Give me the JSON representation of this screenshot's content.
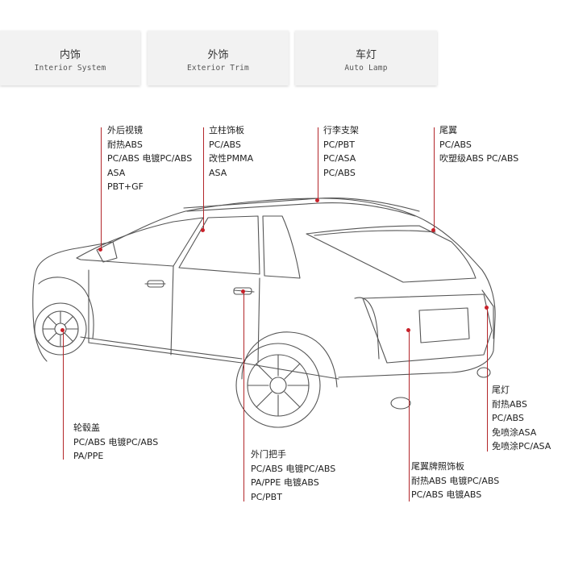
{
  "tabs": [
    {
      "zh": "内饰",
      "en": "Interior System"
    },
    {
      "zh": "外饰",
      "en": "Exterior Trim"
    },
    {
      "zh": "车灯",
      "en": "Auto Lamp"
    }
  ],
  "parts": {
    "mirror": {
      "name": "外后视镜",
      "materials": [
        "耐热ABS",
        "PC/ABS  电镀PC/ABS",
        "ASA",
        "PBT+GF"
      ]
    },
    "pillar": {
      "name": "立柱饰板",
      "materials": [
        "PC/ABS",
        "改性PMMA",
        "ASA"
      ]
    },
    "roofrack": {
      "name": "行李支架",
      "materials": [
        "PC/PBT",
        "PC/ASA",
        "PC/ABS"
      ]
    },
    "spoiler": {
      "name": "尾翼",
      "materials": [
        "PC/ABS",
        "吹塑级ABS  PC/ABS"
      ]
    },
    "wheelcap": {
      "name": "轮毂盖",
      "materials": [
        "PC/ABS  电镀PC/ABS",
        "PA/PPE"
      ]
    },
    "handle": {
      "name": "外门把手",
      "materials": [
        "PC/ABS  电镀PC/ABS",
        "PA/PPE  电镀ABS",
        "PC/PBT"
      ]
    },
    "plate": {
      "name": "尾翼牌照饰板",
      "materials": [
        "耐热ABS  电镀PC/ABS",
        "PC/ABS  电镀ABS"
      ]
    },
    "taillamp": {
      "name": "尾灯",
      "materials": [
        "耐热ABS",
        "PC/ABS",
        "免喷涂ASA",
        "免喷涂PC/ASA"
      ]
    }
  },
  "colors": {
    "accent": "#c8212a",
    "tab_bg": "#f2f2f2",
    "line": "#555555"
  }
}
